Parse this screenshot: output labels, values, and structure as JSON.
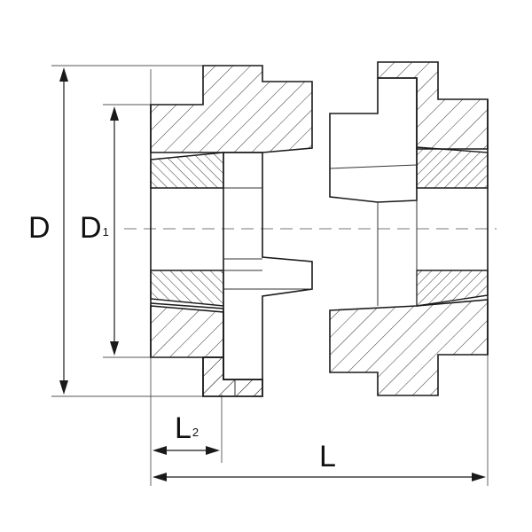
{
  "labels": {
    "D": "D",
    "D1_main": "D",
    "D1_sub": "1",
    "L": "L",
    "L2_main": "L",
    "L2_sub": "2"
  },
  "colors": {
    "line": "#1a1a1a",
    "background": "#ffffff"
  }
}
